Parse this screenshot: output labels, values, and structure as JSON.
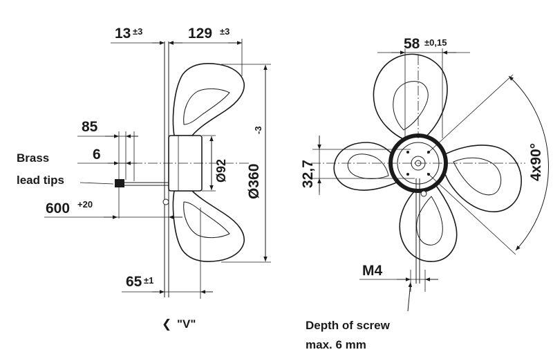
{
  "side_view": {
    "dim_13": {
      "value": "13",
      "tol": "±3"
    },
    "dim_129": {
      "value": "129",
      "tol": "±3"
    },
    "dim_85": {
      "value": "85"
    },
    "dim_6": {
      "value": "6"
    },
    "dim_600": {
      "value": "600",
      "tol": "+20"
    },
    "dim_65": {
      "value": "65",
      "tol": "±1"
    },
    "dim_92": {
      "value": "Ø92"
    },
    "dim_360": {
      "value": "Ø360",
      "tol": "-3"
    },
    "brass_label": {
      "line1": "Brass",
      "line2": "lead tips"
    },
    "view_label": {
      "arrow": "❮",
      "text": "\"V\""
    }
  },
  "front_view": {
    "dim_58": {
      "value": "58",
      "tol": "±0,15"
    },
    "dim_32_7": {
      "value": "32,7"
    },
    "dim_4x90": {
      "value": "4x90°"
    },
    "dim_m4": {
      "value": "M4"
    },
    "screw_note": {
      "line1": "Depth of screw",
      "line2": "max. 6 mm"
    }
  },
  "colors": {
    "ink": "#1a1a1a",
    "background": "#ffffff"
  }
}
